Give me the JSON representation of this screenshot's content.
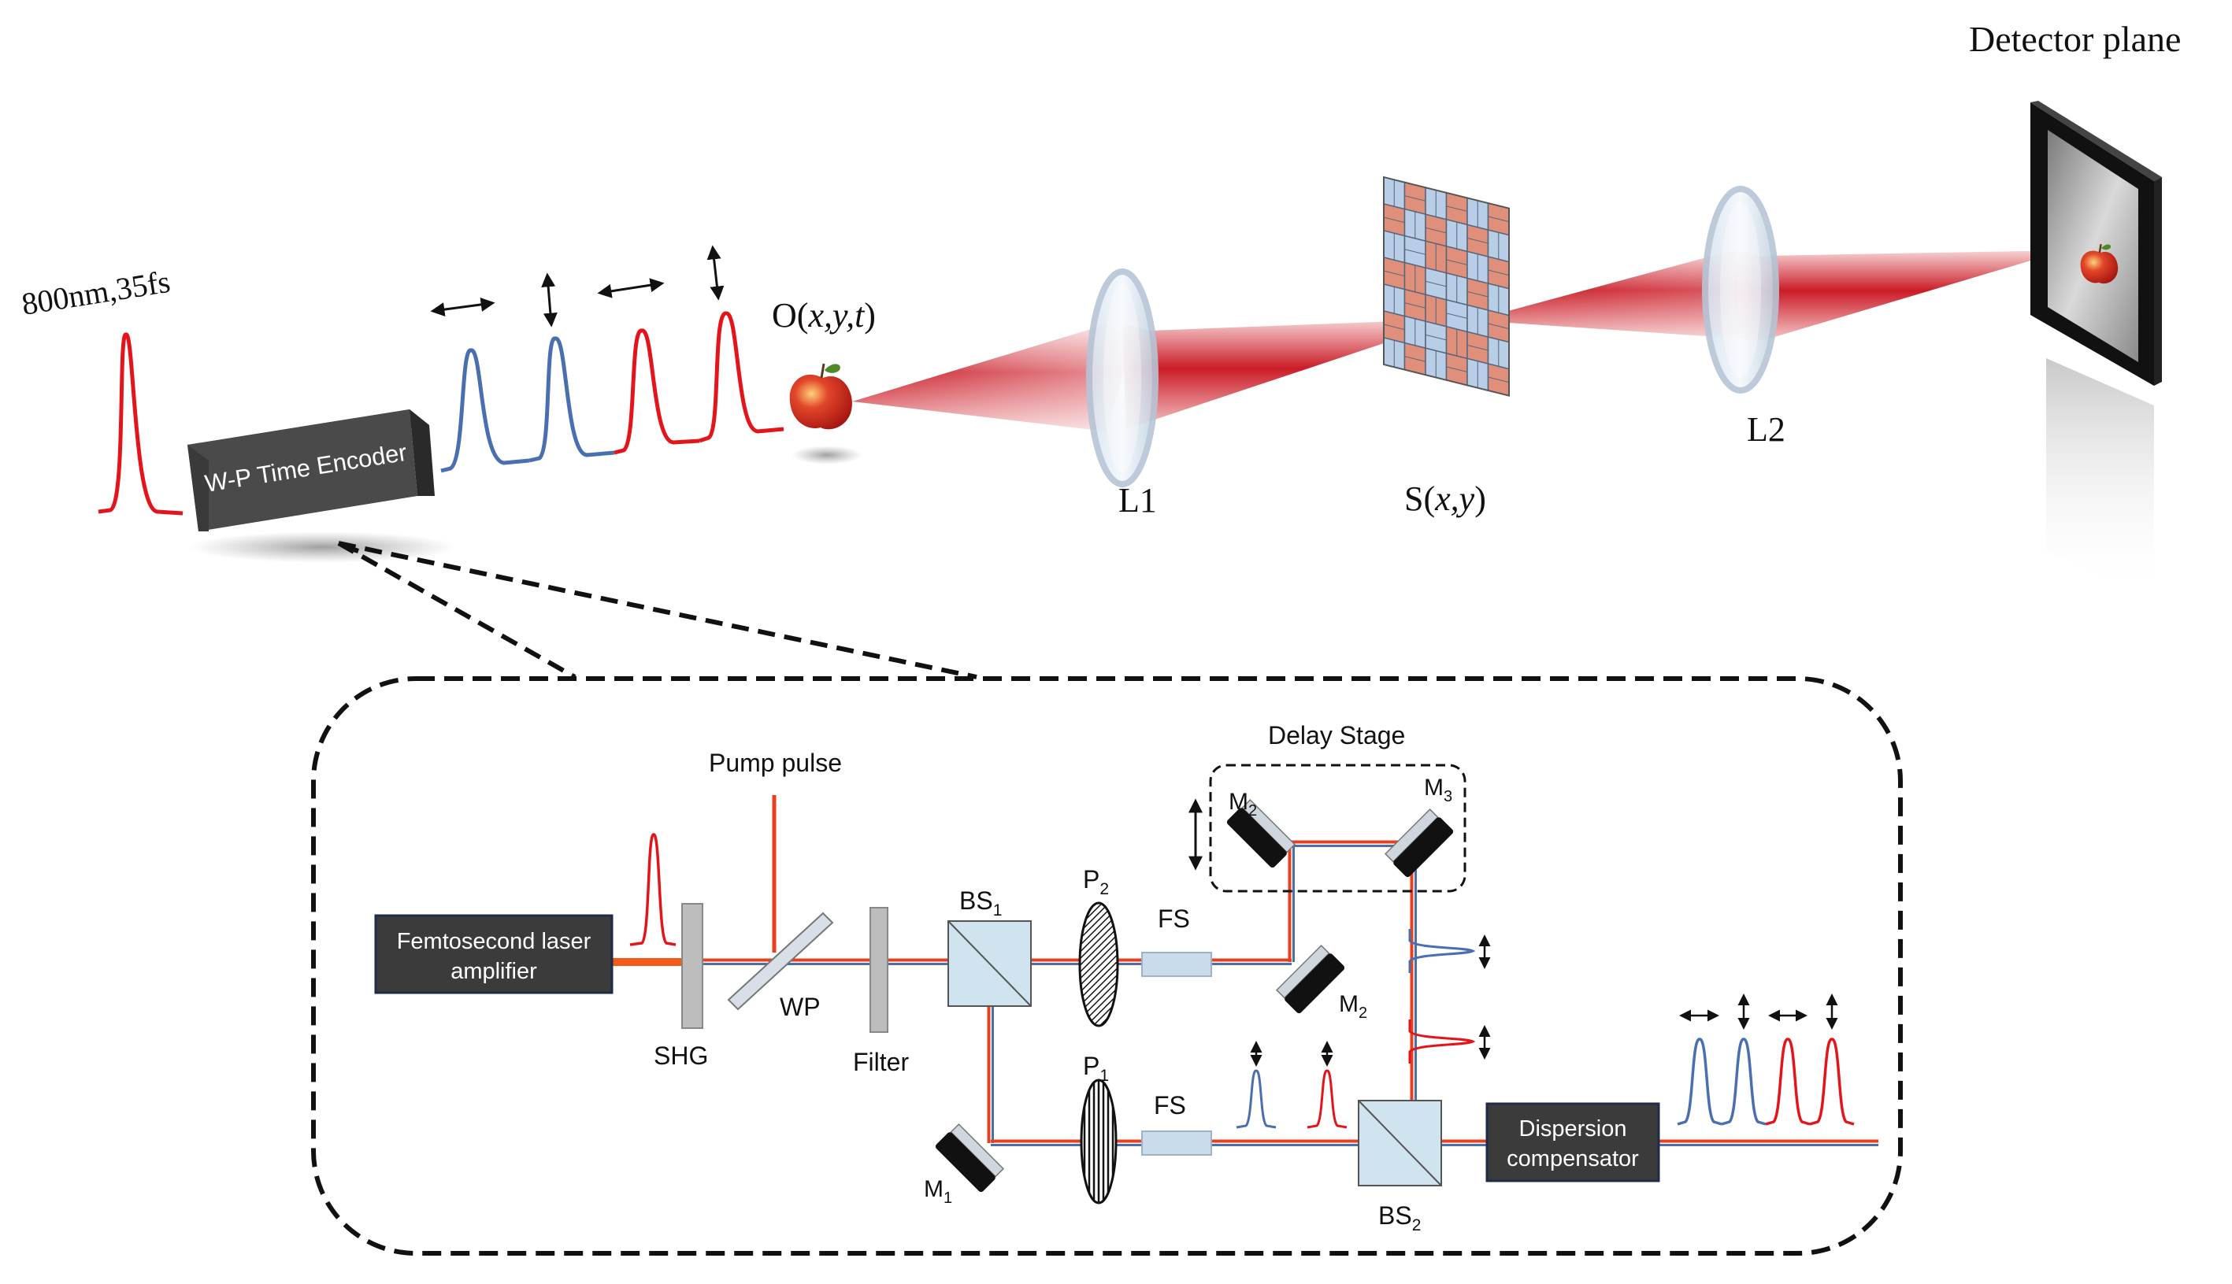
{
  "top": {
    "pulse_label": "800nm,35fs",
    "encoder_label": "W-P Time Encoder",
    "object_label": {
      "prefix": "O(",
      "vars": "x,y,t",
      "suffix": ")"
    },
    "lens1_label": "L1",
    "mask_label": {
      "prefix": "S(",
      "vars": "x,y",
      "suffix": ")"
    },
    "lens2_label": "L2",
    "detector_label": "Detector plane"
  },
  "inset": {
    "laser_label_line1": "Femtosecond laser",
    "laser_label_line2": "amplifier",
    "shg_label": "SHG",
    "pump_label": "Pump pulse",
    "wp_label": "WP",
    "filter_label": "Filter",
    "bs1_label": {
      "main": "BS",
      "sub": "1"
    },
    "p2_label": {
      "main": "P",
      "sub": "2"
    },
    "p1_label": {
      "main": "P",
      "sub": "1"
    },
    "fs_upper_label": "FS",
    "fs_lower_label": "FS",
    "delay_stage_label": "Delay Stage",
    "m2_top_label": {
      "main": "M",
      "sub": "2"
    },
    "m3_label": {
      "main": "M",
      "sub": "3"
    },
    "m2_right_label": {
      "main": "M",
      "sub": "2"
    },
    "m1_label": {
      "main": "M",
      "sub": "1"
    },
    "bs2_label": {
      "main": "BS",
      "sub": "2"
    },
    "dispersion_line1": "Dispersion",
    "dispersion_line2": "compensator"
  },
  "colors": {
    "red_pulse": "#e3151b",
    "blue_pulse": "#4a6fb0",
    "beam_red": "#e8401c",
    "beam_blue": "#4e6ea8",
    "box_dark": "#3b3b3b",
    "mask_orange": "#e0907a",
    "mask_blue": "#b8cde6"
  },
  "icons": [
    "apple-icon",
    "lens-icon",
    "mirror-icon",
    "polarizer-icon",
    "beamsplitter-icon",
    "arrow-icon"
  ]
}
